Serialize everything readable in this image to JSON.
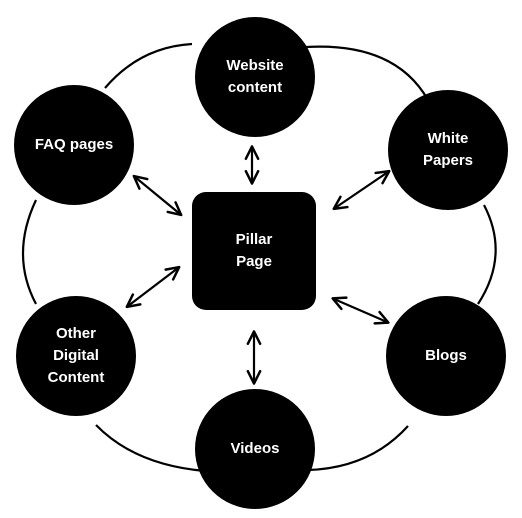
{
  "diagram": {
    "center": {
      "label": "Pillar\nPage"
    },
    "nodes": [
      {
        "id": "website",
        "label": "Website\ncontent"
      },
      {
        "id": "white",
        "label": "White\nPapers"
      },
      {
        "id": "blogs",
        "label": "Blogs"
      },
      {
        "id": "videos",
        "label": "Videos"
      },
      {
        "id": "other",
        "label": "Other\nDigital\nContent"
      },
      {
        "id": "faq",
        "label": "FAQ pages"
      }
    ]
  },
  "colors": {
    "node_fill": "#000000",
    "node_text": "#ffffff",
    "line": "#000000",
    "background": "#ffffff"
  }
}
